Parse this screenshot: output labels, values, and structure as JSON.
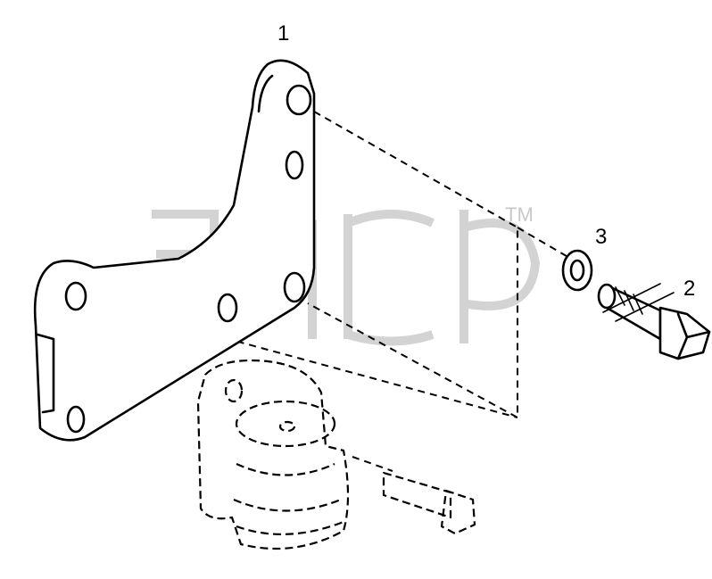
{
  "callouts": {
    "part_1": "1",
    "part_2": "2",
    "part_3": "3"
  },
  "watermark": {
    "trademark": "TM"
  },
  "colors": {
    "line": "#000000",
    "background": "#ffffff",
    "watermark": "#c8c8c8"
  }
}
